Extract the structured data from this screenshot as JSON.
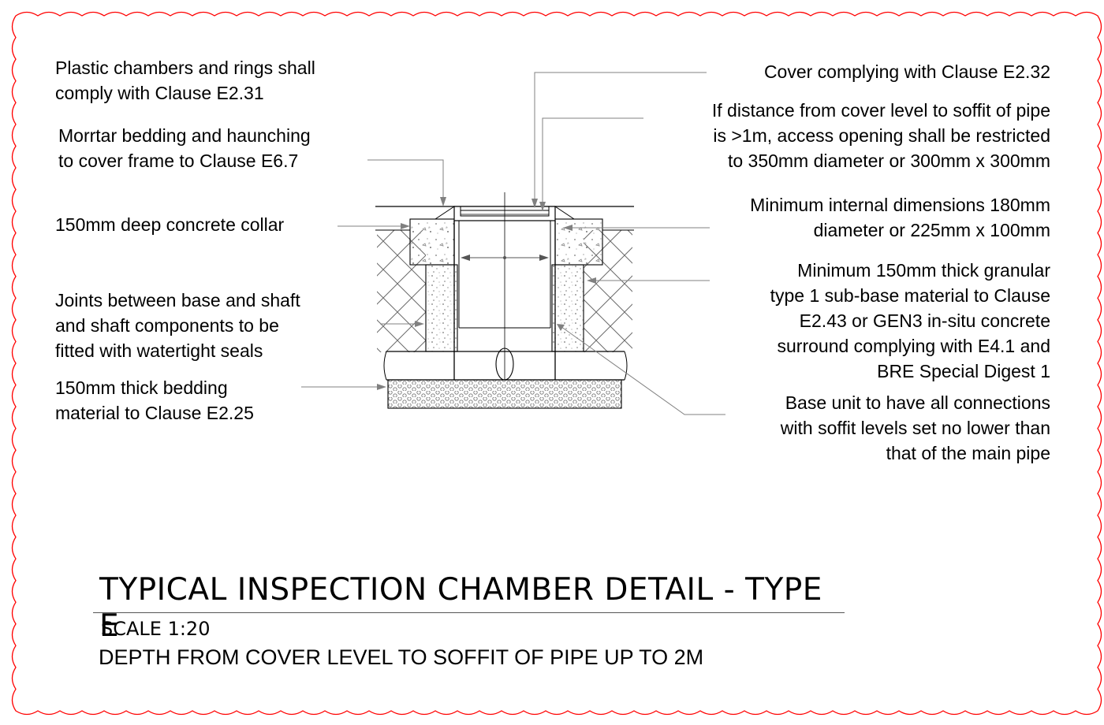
{
  "colors": {
    "border": "#ff0000",
    "line": "#000000",
    "leader": "#808080"
  },
  "labels": {
    "plastic_chambers": "Plastic chambers and rings shall\ncomply with Clause E2.31",
    "mortar_bedding": "Morrtar bedding and haunching\nto cover frame to Clause E6.7",
    "concrete_collar": "150mm deep concrete collar",
    "joints": "Joints between base and shaft\nand shaft components to be\nfitted with watertight seals",
    "bedding": "150mm thick bedding\nmaterial to Clause E2.25",
    "cover": "Cover complying with Clause E2.32",
    "access_opening": "If distance from cover level to soffit of pipe\nis >1m, access opening shall be restricted\nto 350mm diameter or 300mm x 300mm",
    "min_internal": "Minimum internal dimensions 180mm\ndiameter or 225mm x 100mm",
    "sub_base": "Minimum 150mm thick granular\ntype 1 sub-base material to Clause\nE2.43 or GEN3 in-situ concrete\nsurround complying with E4.1 and\nBRE Special Digest 1",
    "base_unit": "Base unit to have all connections\nwith soffit levels set no lower than\nthat of the main pipe"
  },
  "title": {
    "main": "TYPICAL INSPECTION CHAMBER DETAIL - TYPE E",
    "scale": "SCALE 1:20",
    "depth": "DEPTH FROM COVER LEVEL TO SOFFIT OF PIPE UP TO 2M"
  }
}
